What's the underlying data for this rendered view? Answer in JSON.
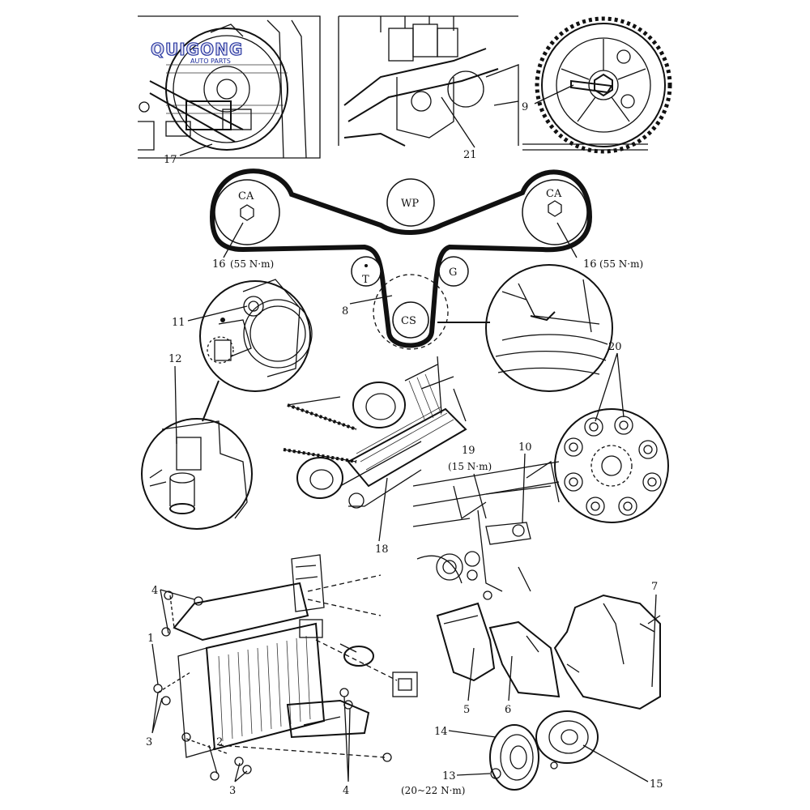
{
  "watermark": {
    "brand": "QUIGONG",
    "sub": "AUTO PARTS"
  },
  "belt": {
    "cam_left": "CA",
    "cam_right": "CA",
    "water_pump": "WP",
    "tensioner": "T",
    "idler": "G",
    "crankshaft": "CS"
  },
  "labels": {
    "l17": "17",
    "l21": "21",
    "l9": "9",
    "l16_left": "16",
    "torque_16_left": "(55 N·m)",
    "l16_right": "16",
    "torque_16_right": "(55 N·m)",
    "l11": "11",
    "l12": "12",
    "l8": "8",
    "l20": "20",
    "l18": "18",
    "l19": "19",
    "torque_19": "(15 N·m)",
    "l10": "10",
    "l4_top": "4",
    "l1": "1",
    "l3_left": "3",
    "l2": "2",
    "l3_bottom": "3",
    "l4_bottom": "4",
    "l7": "7",
    "l5": "5",
    "l6": "6",
    "l14": "14",
    "l13": "13",
    "torque_13": "(20~22 N·m)",
    "l15": "15"
  }
}
